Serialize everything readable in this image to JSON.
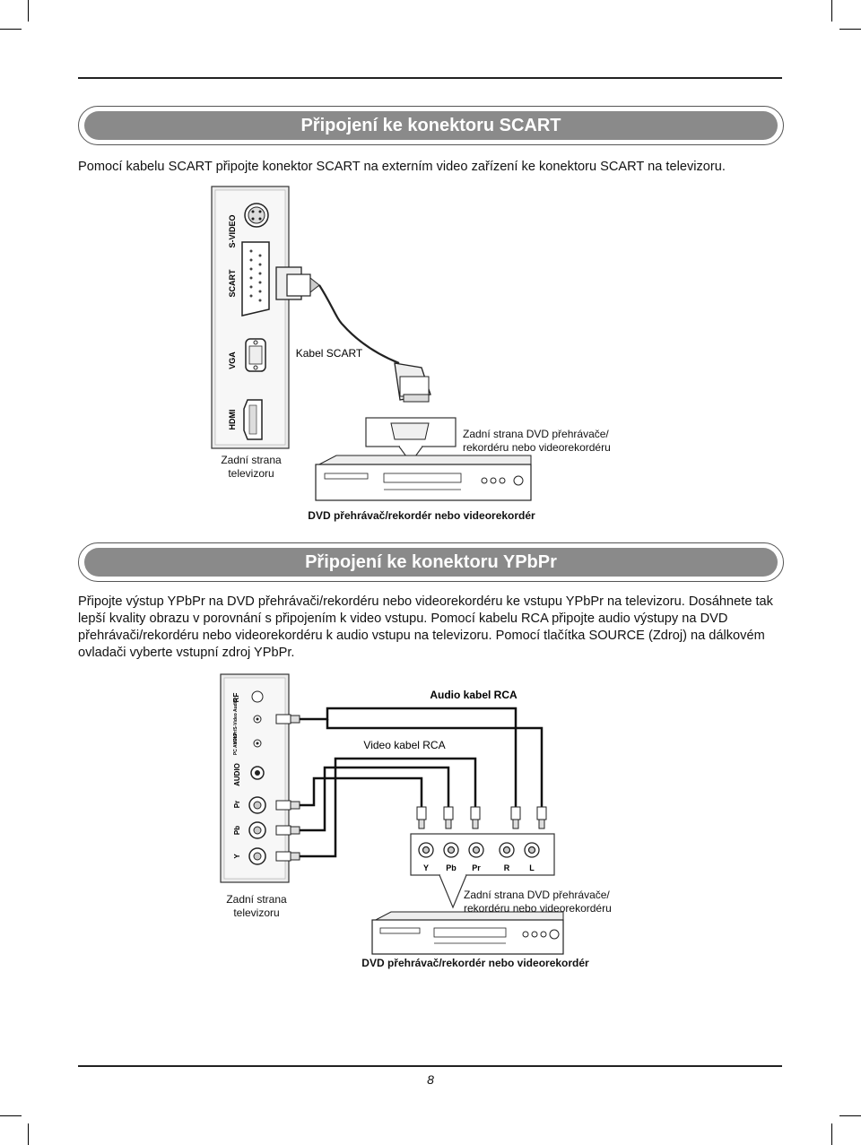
{
  "sections": [
    {
      "title": "Připojení ke konektoru SCART",
      "body": "Pomocí kabelu SCART připojte konektor SCART na externím video zařízení ke konektoru SCART na televizoru."
    },
    {
      "title": "Připojení ke konektoru YPbPr",
      "body": "Připojte výstup YPbPr na DVD přehrávači/rekordéru nebo videorekordéru ke vstupu YPbPr na televizoru. Dosáhnete tak lepší kvality obrazu v porovnání s připojením k video vstupu. Pomocí kabelu RCA připojte audio výstupy na DVD přehrávači/rekordéru nebo videorekordéru k audio vstupu na televizoru. Pomocí tlačítka SOURCE (Zdroj) na dálkovém ovladači vyberte vstupní zdroj YPbPr."
    }
  ],
  "diagram_scart": {
    "port_labels": [
      "S-VIDEO",
      "SCART",
      "VGA",
      "HDMI"
    ],
    "cable_label": "Kabel SCART",
    "tv_label": "Zadní strana televizoru",
    "dvd_back_label": "Zadní strana DVD přehrávače/ rekordéru nebo videorekordéru",
    "dvd_label": "DVD přehrávač/rekordér nebo videorekordér"
  },
  "diagram_ypbpr": {
    "port_labels": [
      "RF",
      "YPbPr/S-Video Audio",
      "PC AUDIO",
      "AUDIO",
      "Pr",
      "Pb",
      "Y"
    ],
    "audio_cable_label": "Audio kabel RCA",
    "video_cable_label": "Video kabel RCA",
    "dvd_jack_labels": [
      "Y",
      "Pb",
      "Pr",
      "R",
      "L"
    ],
    "tv_label": "Zadní strana televizoru",
    "dvd_back_label": "Zadní strana DVD přehrávače/ rekordéru nebo videorekordéru",
    "dvd_label": "DVD přehrávač/rekordér nebo videorekordér"
  },
  "page_number": "8"
}
